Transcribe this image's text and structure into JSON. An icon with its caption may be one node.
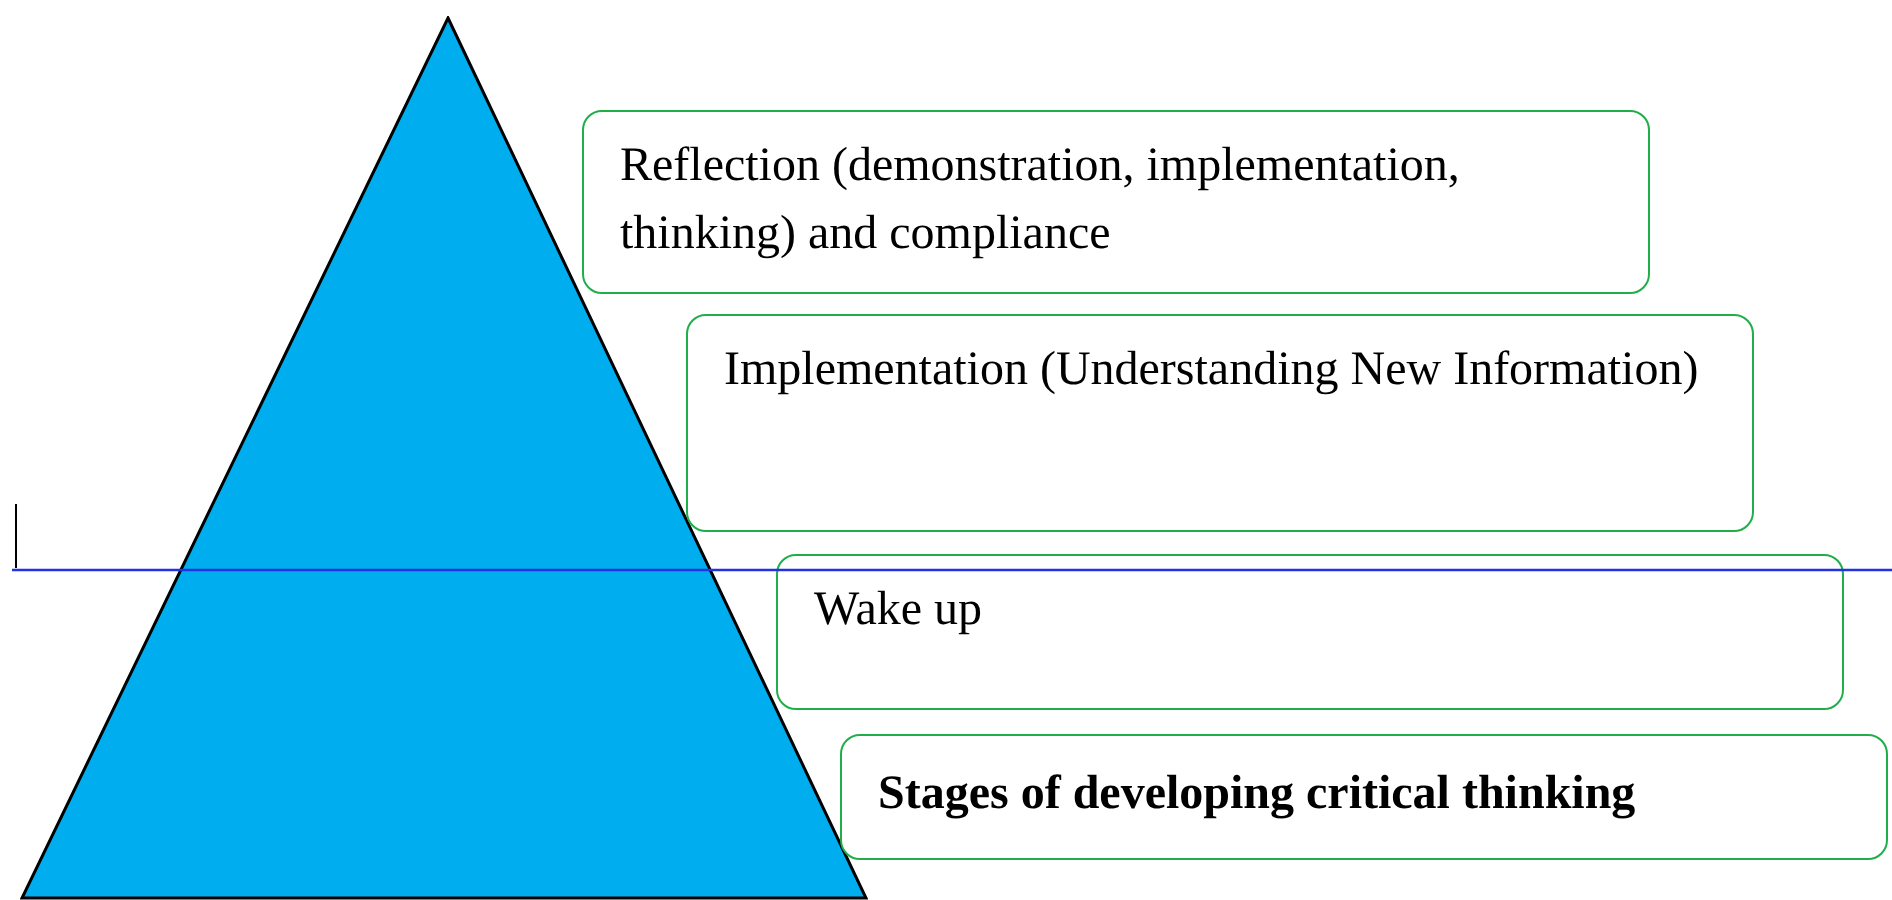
{
  "diagram": {
    "nodes": [
      {
        "text": [],
        "shape": "triangle"
      },
      {
        "text": [
          "Reflection (demonstration, implementation, thinking) and compliance"
        ]
      },
      {
        "text": [
          "Implementation (Understanding New Information)"
        ]
      },
      {
        "text": [
          "Wake up"
        ]
      },
      {
        "text": [
          "Stages of developing critical thinking"
        ]
      }
    ]
  }
}
